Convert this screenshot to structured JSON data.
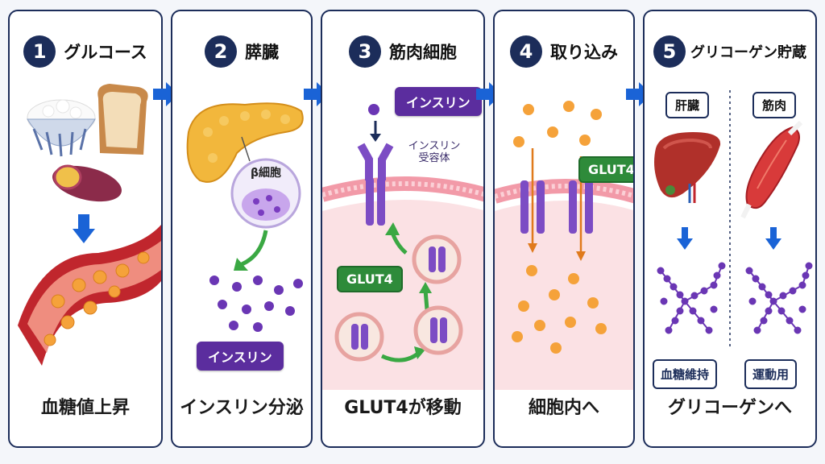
{
  "steps": [
    {
      "number": "1",
      "title": "グルコース",
      "caption": "血糖値上昇"
    },
    {
      "number": "2",
      "title": "膵臓",
      "caption": "インスリン分泌",
      "beta_cell_label": "β細胞",
      "tag": "インスリン"
    },
    {
      "number": "3",
      "title": "筋肉細胞",
      "caption": "GLUT4が移動",
      "insulin_tag": "インスリン",
      "receptor_label_1": "インスリン",
      "receptor_label_2": "受容体",
      "glut4_tag": "GLUT4"
    },
    {
      "number": "4",
      "title": "取り込み",
      "caption": "細胞内へ",
      "glut4_tag": "GLUT4"
    },
    {
      "number": "5",
      "title": "グリコーゲン貯蔵",
      "caption": "グリコーゲンへ",
      "liver_label": "肝臓",
      "muscle_label": "筋肉",
      "liver_use": "血糖維持",
      "muscle_use": "運動用"
    }
  ],
  "colors": {
    "navy": "#1c2d5a",
    "arrow_blue": "#1a63d6",
    "insulin_purple": "#5b2d9e",
    "glut4_green": "#2e8b3a",
    "glucose_orange": "#f5a23a"
  },
  "icons": [
    "rice-bowl-icon",
    "bread-icon",
    "sweet-potato-icon",
    "blood-vessel-icon",
    "pancreas-icon",
    "beta-cell-icon",
    "insulin-molecule-icon",
    "insulin-receptor-icon",
    "glut4-vesicle-icon",
    "cell-membrane-icon",
    "glucose-molecule-icon",
    "liver-icon",
    "muscle-icon",
    "glycogen-icon"
  ]
}
